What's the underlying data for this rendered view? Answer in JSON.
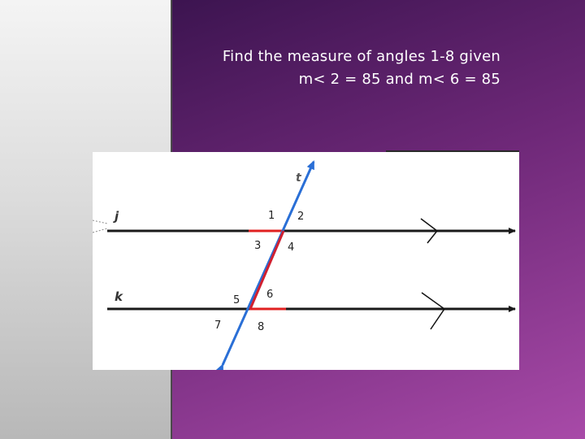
{
  "slide": {
    "title_line1": "Find the measure of angles 1-8 given",
    "title_line2": "m< 2 = 85 and m< 6 = 85"
  },
  "diagram": {
    "line_labels": {
      "transversal": "t",
      "upper": "j",
      "lower": "k"
    },
    "angle_labels": [
      "1",
      "2",
      "3",
      "4",
      "5",
      "6",
      "7",
      "8"
    ],
    "colors": {
      "lines": "#1a1a1a",
      "transversal": "#2a6fd6",
      "highlight": "#e02020"
    }
  }
}
